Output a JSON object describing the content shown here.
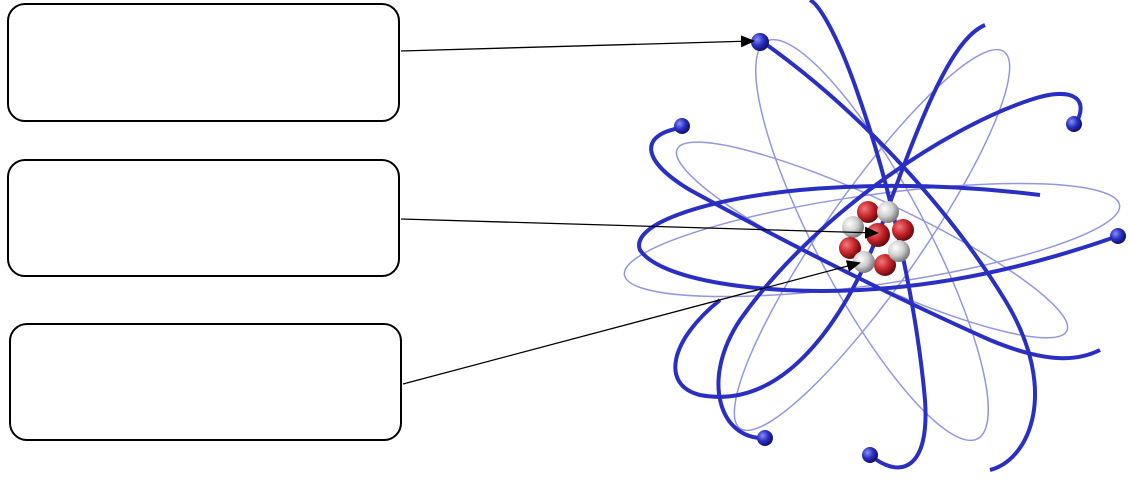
{
  "diagram": {
    "label_boxes": [
      {
        "text": "",
        "target": "electron"
      },
      {
        "text": "",
        "target": "proton"
      },
      {
        "text": "",
        "target": "neutron"
      }
    ],
    "colors": {
      "orbit": "#2a2fc4",
      "orbit_light": "#6f74d8",
      "electron": "#2a2fc4",
      "proton": "#c8262c",
      "neutron": "#d9d9d9",
      "box_border": "#000000",
      "arrow": "#000000"
    }
  }
}
